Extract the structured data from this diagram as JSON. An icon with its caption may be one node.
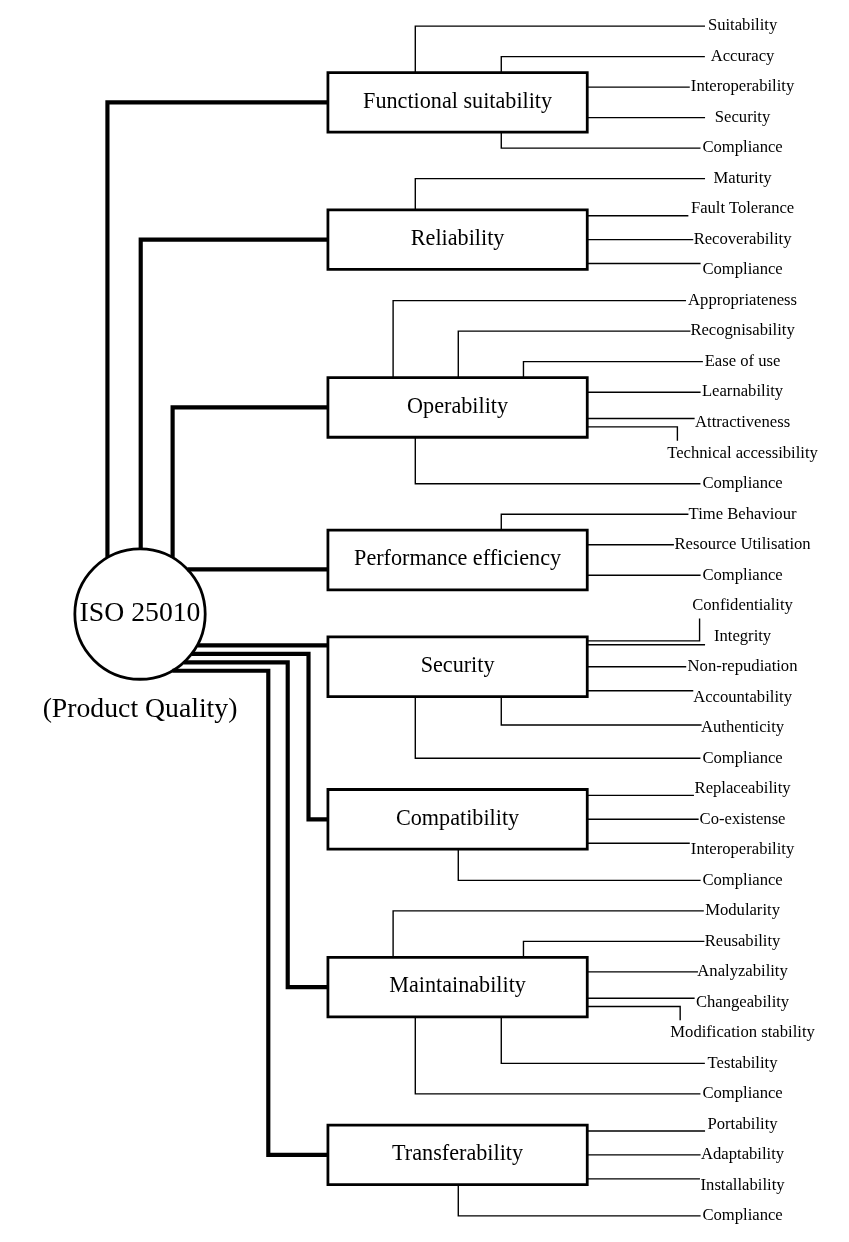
{
  "diagram": {
    "nodes": [
      {
        "text": [
          "ISO 25010"
        ],
        "beside": [
          "(Product Quality)"
        ]
      },
      {
        "text": [
          "Functional suitability"
        ]
      },
      {
        "text": [
          "Suitability"
        ]
      },
      {
        "text": [
          "Accuracy"
        ]
      },
      {
        "text": [
          "Interoperability"
        ]
      },
      {
        "text": [
          "Security"
        ]
      },
      {
        "text": [
          "Compliance"
        ]
      },
      {
        "text": [
          "Reliability"
        ]
      },
      {
        "text": [
          "Maturity"
        ]
      },
      {
        "text": [
          "Fault Tolerance"
        ]
      },
      {
        "text": [
          "Recoverability"
        ]
      },
      {
        "text": [
          "Compliance"
        ]
      },
      {
        "text": [
          "Operability"
        ]
      },
      {
        "text": [
          "Appropriateness"
        ]
      },
      {
        "text": [
          "Recognisability"
        ]
      },
      {
        "text": [
          "Ease of use"
        ]
      },
      {
        "text": [
          "Learnability"
        ]
      },
      {
        "text": [
          "Attractiveness"
        ]
      },
      {
        "text": [
          "Technical accessibility"
        ]
      },
      {
        "text": [
          "Compliance"
        ]
      },
      {
        "text": [
          "Performance efficiency"
        ]
      },
      {
        "text": [
          "Time Behaviour"
        ]
      },
      {
        "text": [
          "Resource Utilisation"
        ]
      },
      {
        "text": [
          "Compliance"
        ]
      },
      {
        "text": [
          "Security"
        ]
      },
      {
        "text": [
          "Confidentiality"
        ]
      },
      {
        "text": [
          "Integrity"
        ]
      },
      {
        "text": [
          "Non-repudiation"
        ]
      },
      {
        "text": [
          "Accountability"
        ]
      },
      {
        "text": [
          "Authenticity"
        ]
      },
      {
        "text": [
          "Compliance"
        ]
      },
      {
        "text": [
          "Compatibility"
        ]
      },
      {
        "text": [
          "Replaceability"
        ]
      },
      {
        "text": [
          "Co-existense"
        ]
      },
      {
        "text": [
          "Interoperability"
        ]
      },
      {
        "text": [
          "Compliance"
        ]
      },
      {
        "text": [
          "Maintainability"
        ]
      },
      {
        "text": [
          "Modularity"
        ]
      },
      {
        "text": [
          "Reusability"
        ]
      },
      {
        "text": [
          "Analyzability"
        ]
      },
      {
        "text": [
          "Changeability"
        ]
      },
      {
        "text": [
          "Modification stability"
        ]
      },
      {
        "text": [
          "Testability"
        ]
      },
      {
        "text": [
          "Compliance"
        ]
      },
      {
        "text": [
          "Transferability"
        ]
      },
      {
        "text": [
          "Portability"
        ]
      },
      {
        "text": [
          "Adaptability"
        ]
      },
      {
        "text": [
          "Installability"
        ]
      },
      {
        "text": [
          "Compliance"
        ]
      }
    ],
    "edges": [
      {
        "from": 0,
        "to": 1,
        "arrow": "none",
        "style": "thick"
      },
      {
        "from": 1,
        "to": 2,
        "arrow": "none"
      },
      {
        "from": 1,
        "to": 3,
        "arrow": "none"
      },
      {
        "from": 1,
        "to": 4,
        "arrow": "none"
      },
      {
        "from": 1,
        "to": 5,
        "arrow": "none"
      },
      {
        "from": 1,
        "to": 6,
        "arrow": "none"
      },
      {
        "from": 0,
        "to": 7,
        "arrow": "none",
        "style": "thick"
      },
      {
        "from": 7,
        "to": 8,
        "arrow": "none"
      },
      {
        "from": 7,
        "to": 9,
        "arrow": "none"
      },
      {
        "from": 7,
        "to": 10,
        "arrow": "none"
      },
      {
        "from": 7,
        "to": 11,
        "arrow": "none"
      },
      {
        "from": 0,
        "to": 12,
        "arrow": "none",
        "style": "thick"
      },
      {
        "from": 12,
        "to": 13,
        "arrow": "none"
      },
      {
        "from": 12,
        "to": 14,
        "arrow": "none"
      },
      {
        "from": 12,
        "to": 15,
        "arrow": "none"
      },
      {
        "from": 12,
        "to": 16,
        "arrow": "none"
      },
      {
        "from": 12,
        "to": 17,
        "arrow": "none"
      },
      {
        "from": 12,
        "to": 18,
        "arrow": "none"
      },
      {
        "from": 12,
        "to": 19,
        "arrow": "none"
      },
      {
        "from": 0,
        "to": 20,
        "arrow": "none",
        "style": "thick"
      },
      {
        "from": 20,
        "to": 21,
        "arrow": "none"
      },
      {
        "from": 20,
        "to": 22,
        "arrow": "none"
      },
      {
        "from": 20,
        "to": 23,
        "arrow": "none"
      },
      {
        "from": 0,
        "to": 24,
        "arrow": "none",
        "style": "thick"
      },
      {
        "from": 24,
        "to": 25,
        "arrow": "none"
      },
      {
        "from": 24,
        "to": 26,
        "arrow": "none"
      },
      {
        "from": 24,
        "to": 27,
        "arrow": "none"
      },
      {
        "from": 24,
        "to": 28,
        "arrow": "none"
      },
      {
        "from": 24,
        "to": 29,
        "arrow": "none"
      },
      {
        "from": 24,
        "to": 30,
        "arrow": "none"
      },
      {
        "from": 0,
        "to": 31,
        "arrow": "none",
        "style": "thick"
      },
      {
        "from": 31,
        "to": 32,
        "arrow": "none"
      },
      {
        "from": 31,
        "to": 33,
        "arrow": "none"
      },
      {
        "from": 31,
        "to": 34,
        "arrow": "none"
      },
      {
        "from": 31,
        "to": 35,
        "arrow": "none"
      },
      {
        "from": 0,
        "to": 36,
        "arrow": "none",
        "style": "thick"
      },
      {
        "from": 36,
        "to": 37,
        "arrow": "none"
      },
      {
        "from": 36,
        "to": 38,
        "arrow": "none"
      },
      {
        "from": 36,
        "to": 39,
        "arrow": "none"
      },
      {
        "from": 36,
        "to": 40,
        "arrow": "none"
      },
      {
        "from": 36,
        "to": 41,
        "arrow": "none"
      },
      {
        "from": 36,
        "to": 42,
        "arrow": "none"
      },
      {
        "from": 36,
        "to": 43,
        "arrow": "none"
      },
      {
        "from": 0,
        "to": 44,
        "arrow": "none",
        "style": "thick"
      },
      {
        "from": 44,
        "to": 45,
        "arrow": "none"
      },
      {
        "from": 44,
        "to": 46,
        "arrow": "none"
      },
      {
        "from": 44,
        "to": 47,
        "arrow": "none"
      },
      {
        "from": 44,
        "to": 48,
        "arrow": "none"
      }
    ]
  }
}
